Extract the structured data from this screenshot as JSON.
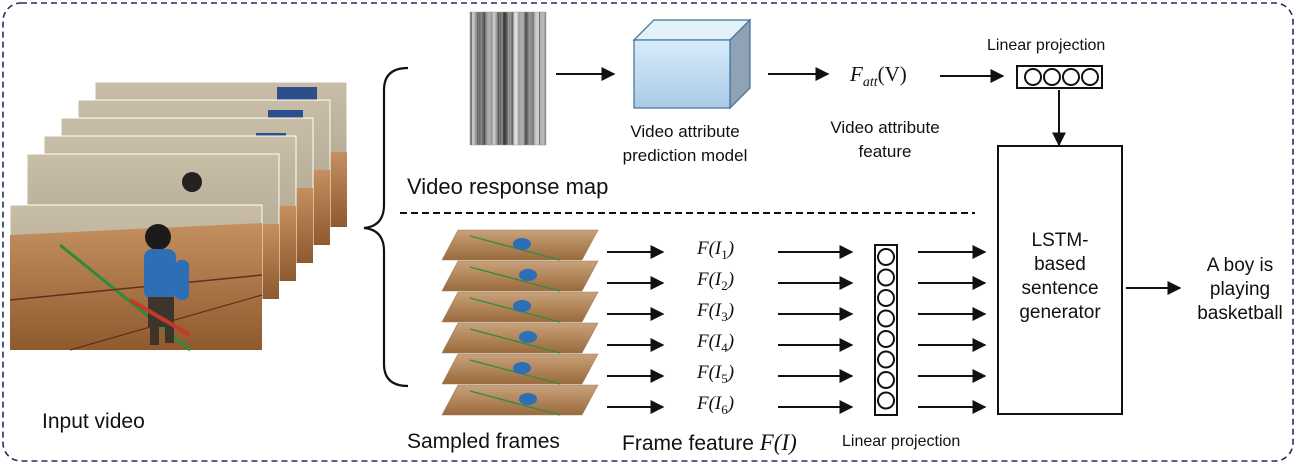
{
  "labels": {
    "input_video": "Input video",
    "video_response_map": "Video response map",
    "attr_model": [
      "Video attribute",
      "prediction model"
    ],
    "attr_feature": [
      "Video attribute",
      "feature"
    ],
    "f_att": {
      "base": "F",
      "sub": "att",
      "arg": "(V)"
    },
    "linear_projection_top": "Linear projection",
    "linear_projection_bottom": "Linear projection",
    "sampled_frames": "Sampled frames",
    "frame_feature": {
      "text": "Frame feature ",
      "math": "F(I)"
    },
    "lstm": [
      "LSTM-",
      "based",
      "sentence",
      "generator"
    ],
    "output": [
      "A boy is",
      "playing",
      "basketball"
    ]
  },
  "frame_features": [
    {
      "base": "F(I",
      "sub": "1",
      "close": ")"
    },
    {
      "base": "F(I",
      "sub": "2",
      "close": ")"
    },
    {
      "base": "F(I",
      "sub": "3",
      "close": ")"
    },
    {
      "base": "F(I",
      "sub": "4",
      "close": ")"
    },
    {
      "base": "F(I",
      "sub": "5",
      "close": ")"
    },
    {
      "base": "F(I",
      "sub": "6",
      "close": ")"
    }
  ],
  "colors": {
    "frame_border": "#1f3356",
    "cube_front": "#c9e3f6",
    "cube_top": "#e3f1fb",
    "cube_side": "#8fa3b5",
    "floor": "#b07a45",
    "wall": "#b9ad95",
    "shirt": "#2d6fb5"
  }
}
